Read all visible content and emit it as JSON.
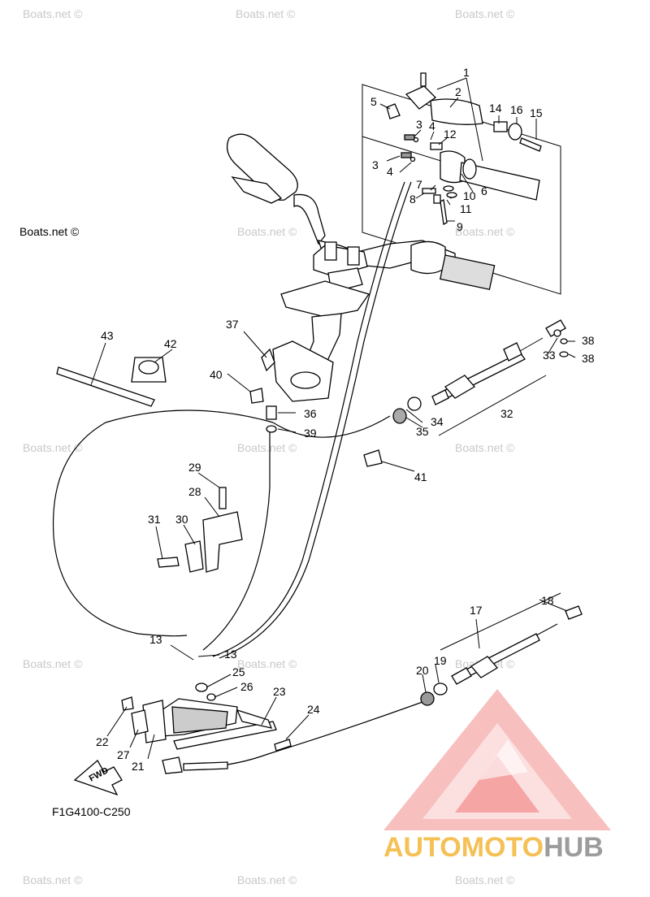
{
  "diagram_code": "F1G4100-C250",
  "watermark_text": "Boats.net ©",
  "fwd_label": "FWD",
  "logo": {
    "part1": "AUTOMOTO",
    "part2": "HUB",
    "accent_color": "#f5c054",
    "triangle_color": "#f06060",
    "text_gray": "#9c9c9c"
  },
  "callouts": {
    "c1": "1",
    "c2": "2",
    "c3a": "3",
    "c3b": "3",
    "c4a": "4",
    "c4b": "4",
    "c5": "5",
    "c6": "6",
    "c7": "7",
    "c8": "8",
    "c9": "9",
    "c10": "10",
    "c11": "11",
    "c12": "12",
    "c13a": "13",
    "c13b": "13",
    "c14": "14",
    "c15": "15",
    "c16": "16",
    "c17": "17",
    "c18": "18",
    "c19": "19",
    "c20": "20",
    "c21": "21",
    "c22": "22",
    "c23": "23",
    "c24": "24",
    "c25": "25",
    "c26": "26",
    "c27": "27",
    "c28": "28",
    "c29": "29",
    "c30": "30",
    "c31": "31",
    "c32": "32",
    "c33": "33",
    "c34": "34",
    "c35": "35",
    "c36": "36",
    "c37": "37",
    "c38a": "38",
    "c38b": "38",
    "c39": "39",
    "c40": "40",
    "c41": "41",
    "c42": "42",
    "c43": "43"
  }
}
